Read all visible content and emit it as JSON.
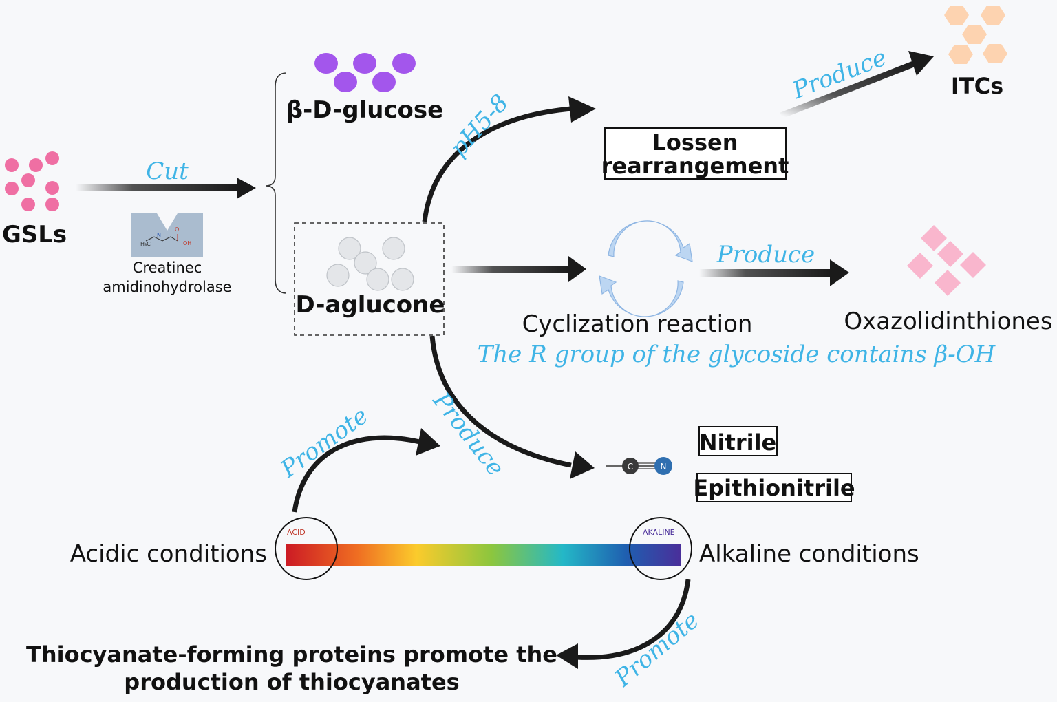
{
  "labels": {
    "gsls": "GSLs",
    "cut": "Cut",
    "enzyme_line1": "Creatinec",
    "enzyme_line2": "amidinohydrolase",
    "glucose": "β-D-glucose",
    "aglucone": "D-aglucone",
    "ph": "pH5-8",
    "lossen_line1": "Lossen",
    "lossen_line2": "rearrangement",
    "produce_itcs": "Produce",
    "itcs": "ITCs",
    "cyclization": "Cyclization reaction",
    "produce_oxa": "Produce",
    "oxazolidinthiones": "Oxazolidinthiones",
    "r_group": "The R group of the glycoside contains β-OH",
    "produce_nitrile": "Produce",
    "promote_acid": "Promote",
    "nitrile": "Nitrile",
    "epithionitrile": "Epithionitrile",
    "acidic": "Acidic conditions",
    "alkaline": "Alkaline conditions",
    "acid_tag": "ACID",
    "alkaline_tag": "AKALINE",
    "promote_alkaline": "Promote",
    "thiocyanate_line1": "Thiocyanate-forming proteins promote the",
    "thiocyanate_line2": "production of thiocyanates",
    "mol_c": "C",
    "mol_n": "N",
    "mol_h3c": "H₃C",
    "mol_nh": "N",
    "mol_o": "O",
    "mol_oh": "OH"
  },
  "colors": {
    "arrow": "#1a1a1a",
    "label_accent": "#3fb4e6",
    "gsl_dots": "#ef6fa3",
    "glucose_dots": "#a356ec",
    "aglucone_dots": "#e4e6e9",
    "itcs_hex": "#fdd3b0",
    "oxazolidinthiones_diamond": "#f9b6cd",
    "cycle_arrows": "#bcd6f2",
    "enzyme_icon": "#aabccf",
    "ph_gradient": [
      "#cc1b24",
      "#ef6e22",
      "#fbcb2c",
      "#8cc63e",
      "#24b8c7",
      "#1f5fb0",
      "#4a2e9a"
    ]
  }
}
